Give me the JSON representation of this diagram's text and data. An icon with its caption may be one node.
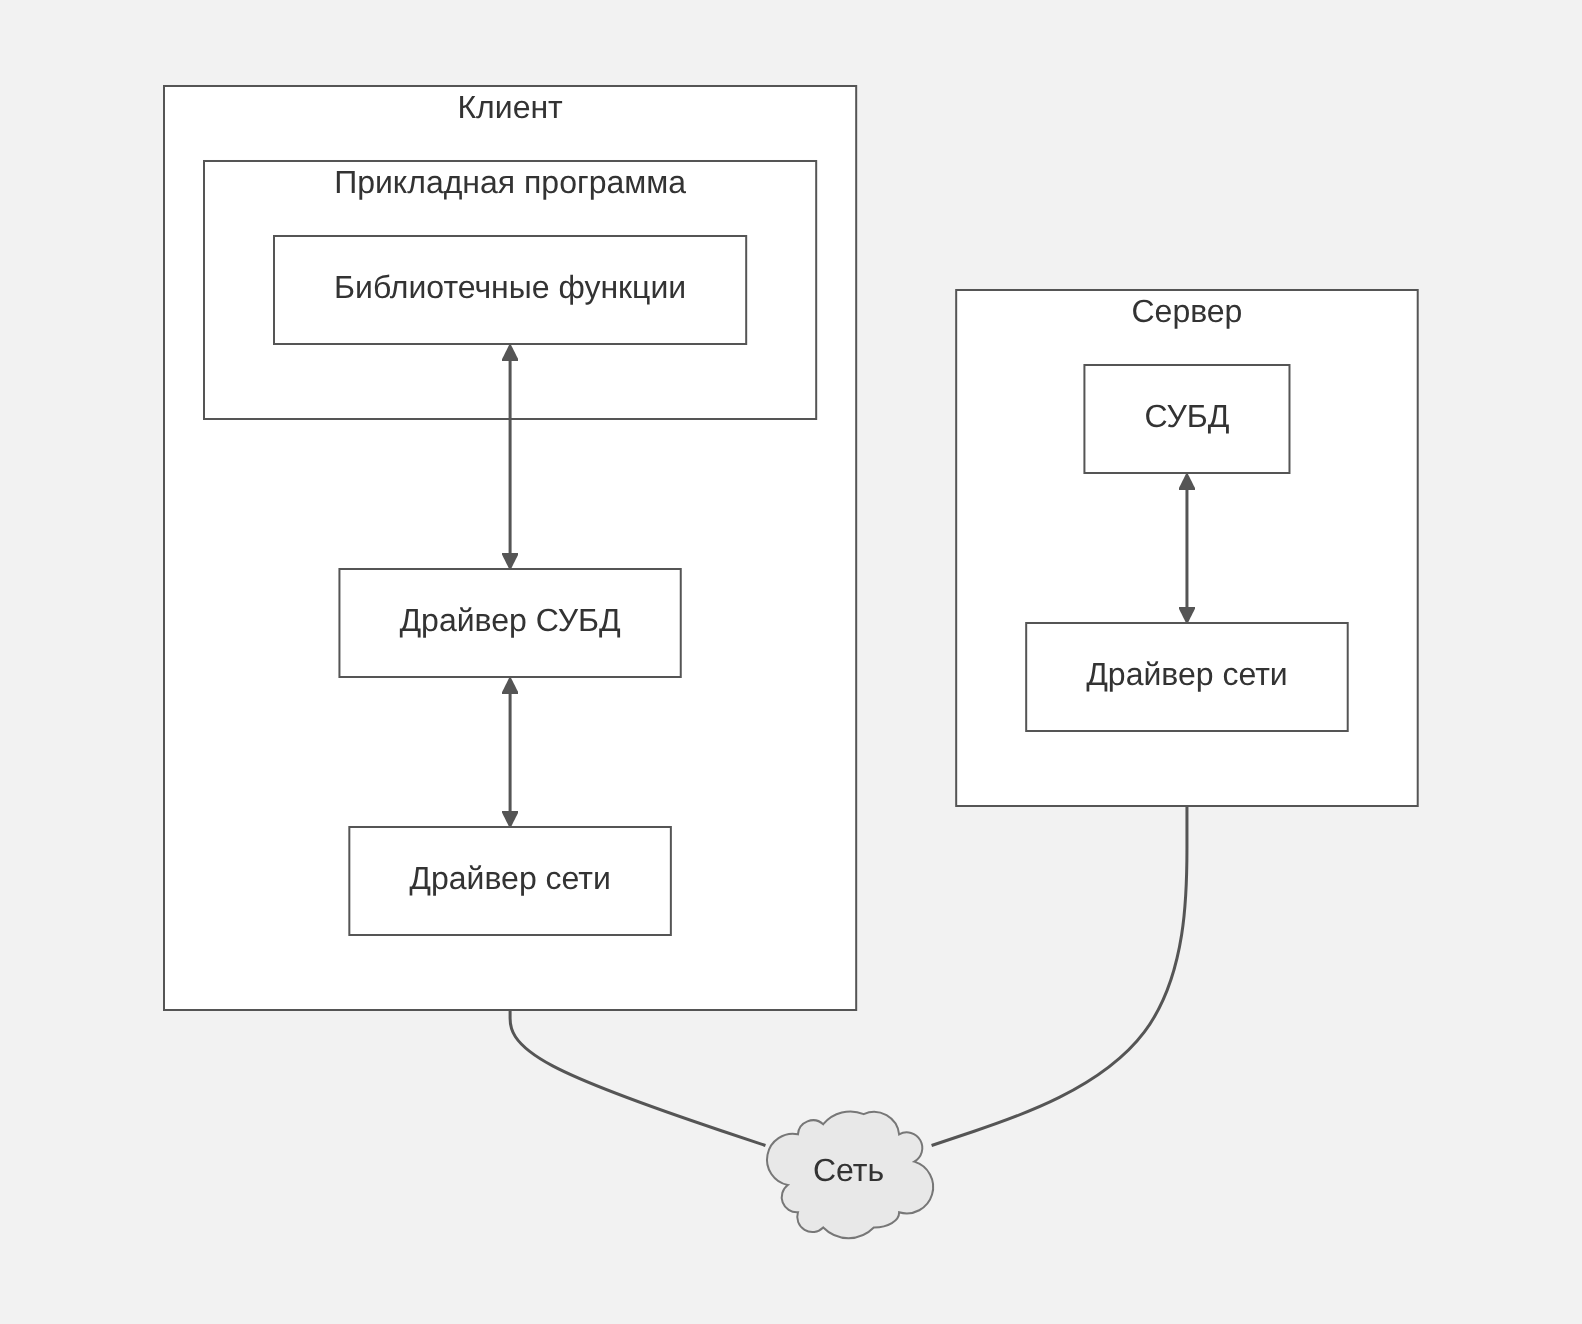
{
  "diagram": {
    "nodes": [
      {
        "text": [
          "Клиент"
        ]
      },
      {
        "text": [
          "Прикладная программа"
        ],
        "in": 0
      },
      {
        "text": [
          "Библиотечные функции"
        ],
        "in": 1
      },
      {
        "text": [
          "Драйвер СУБД"
        ],
        "in": 0
      },
      {
        "text": [
          "Драйвер сети"
        ],
        "in": 0
      },
      {
        "text": [
          "Сервер"
        ]
      },
      {
        "text": [
          "СУБД"
        ],
        "in": 5
      },
      {
        "text": [
          "Драйвер сети"
        ],
        "in": 5
      },
      {
        "text": [
          "Сеть"
        ]
      }
    ],
    "edges": [
      {
        "from": 2,
        "to": 3,
        "arrow": "both"
      },
      {
        "from": 3,
        "to": 4,
        "arrow": "both"
      },
      {
        "from": 6,
        "to": 7,
        "arrow": "both"
      },
      {
        "from": 0,
        "to": 8,
        "arrow": "none"
      },
      {
        "from": 5,
        "to": 8,
        "arrow": "none"
      }
    ]
  }
}
